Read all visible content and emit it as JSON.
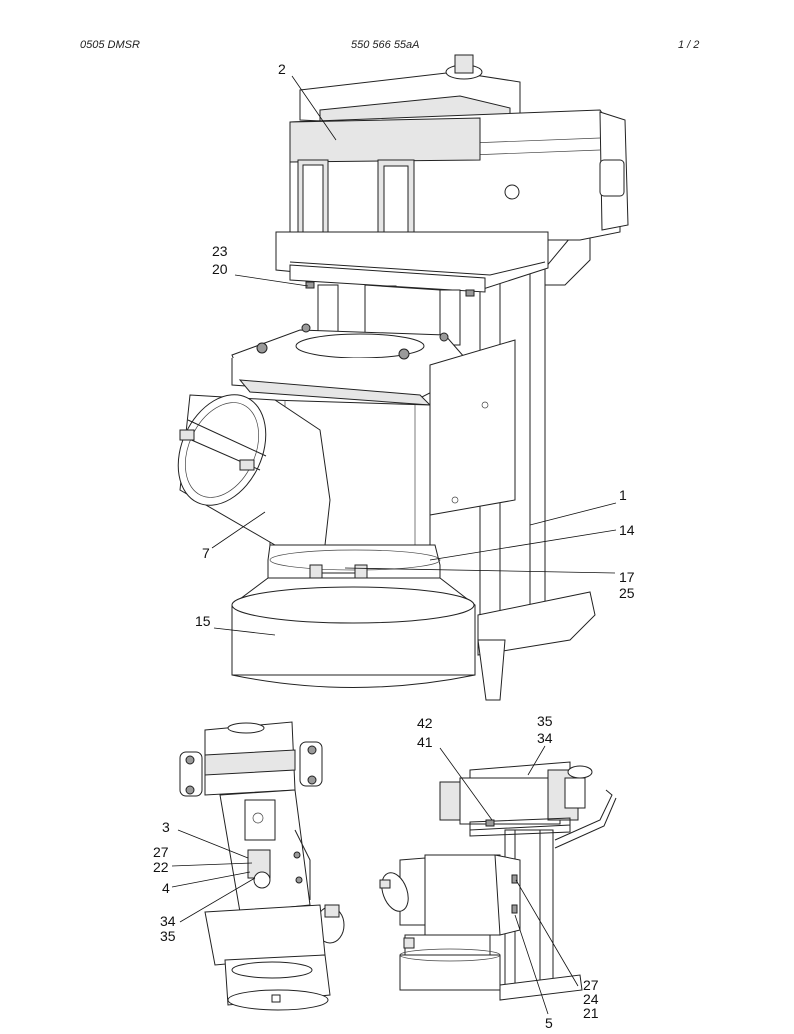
{
  "header": {
    "left": "0505 DMSR",
    "center": "550 566 55aA",
    "right": "1 /   2"
  },
  "callouts": {
    "main": [
      "2",
      "23",
      "20",
      "1",
      "14",
      "17",
      "25",
      "7",
      "15"
    ],
    "bottom_left": [
      "3",
      "27",
      "22",
      "4",
      "34",
      "35"
    ],
    "bottom_right": [
      "42",
      "41",
      "35",
      "34",
      "27",
      "24",
      "21",
      "5"
    ]
  }
}
